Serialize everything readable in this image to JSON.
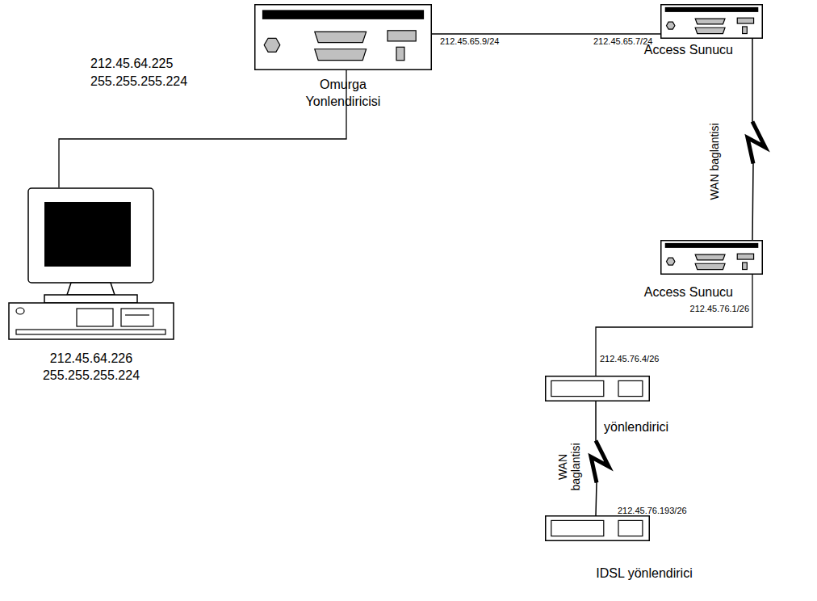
{
  "diagram": {
    "nodes": [
      {
        "text": [
          "Omurga Yonlendiricisi"
        ]
      },
      {
        "text": [
          "Access Sunucu"
        ]
      },
      {
        "text": [
          "212.45.64.226 255.255.255.224"
        ]
      },
      {
        "text": [
          "Access Sunucu"
        ]
      },
      {
        "text": [
          "yönlendirici"
        ]
      },
      {
        "text": [
          "IDSL yönlendirici"
        ]
      }
    ],
    "edges": [
      {
        "from": 2,
        "to": 0,
        "arrow": "none"
      },
      {
        "from": 0,
        "to": 1,
        "arrow": "none"
      },
      {
        "from": 1,
        "to": 3,
        "arrow": "none",
        "label": "WAN baglantisi"
      },
      {
        "from": 3,
        "to": 4,
        "arrow": "none"
      },
      {
        "from": 4,
        "to": 5,
        "arrow": "none",
        "label": "WAN baglantisi"
      }
    ],
    "labels": [
      "212.45.64.225",
      "255.255.255.224",
      "212.45.65.9/24",
      "212.45.65.7/24",
      "212.45.76.1/26",
      "212.45.76.4/26",
      "212.45.76.193/26"
    ]
  }
}
